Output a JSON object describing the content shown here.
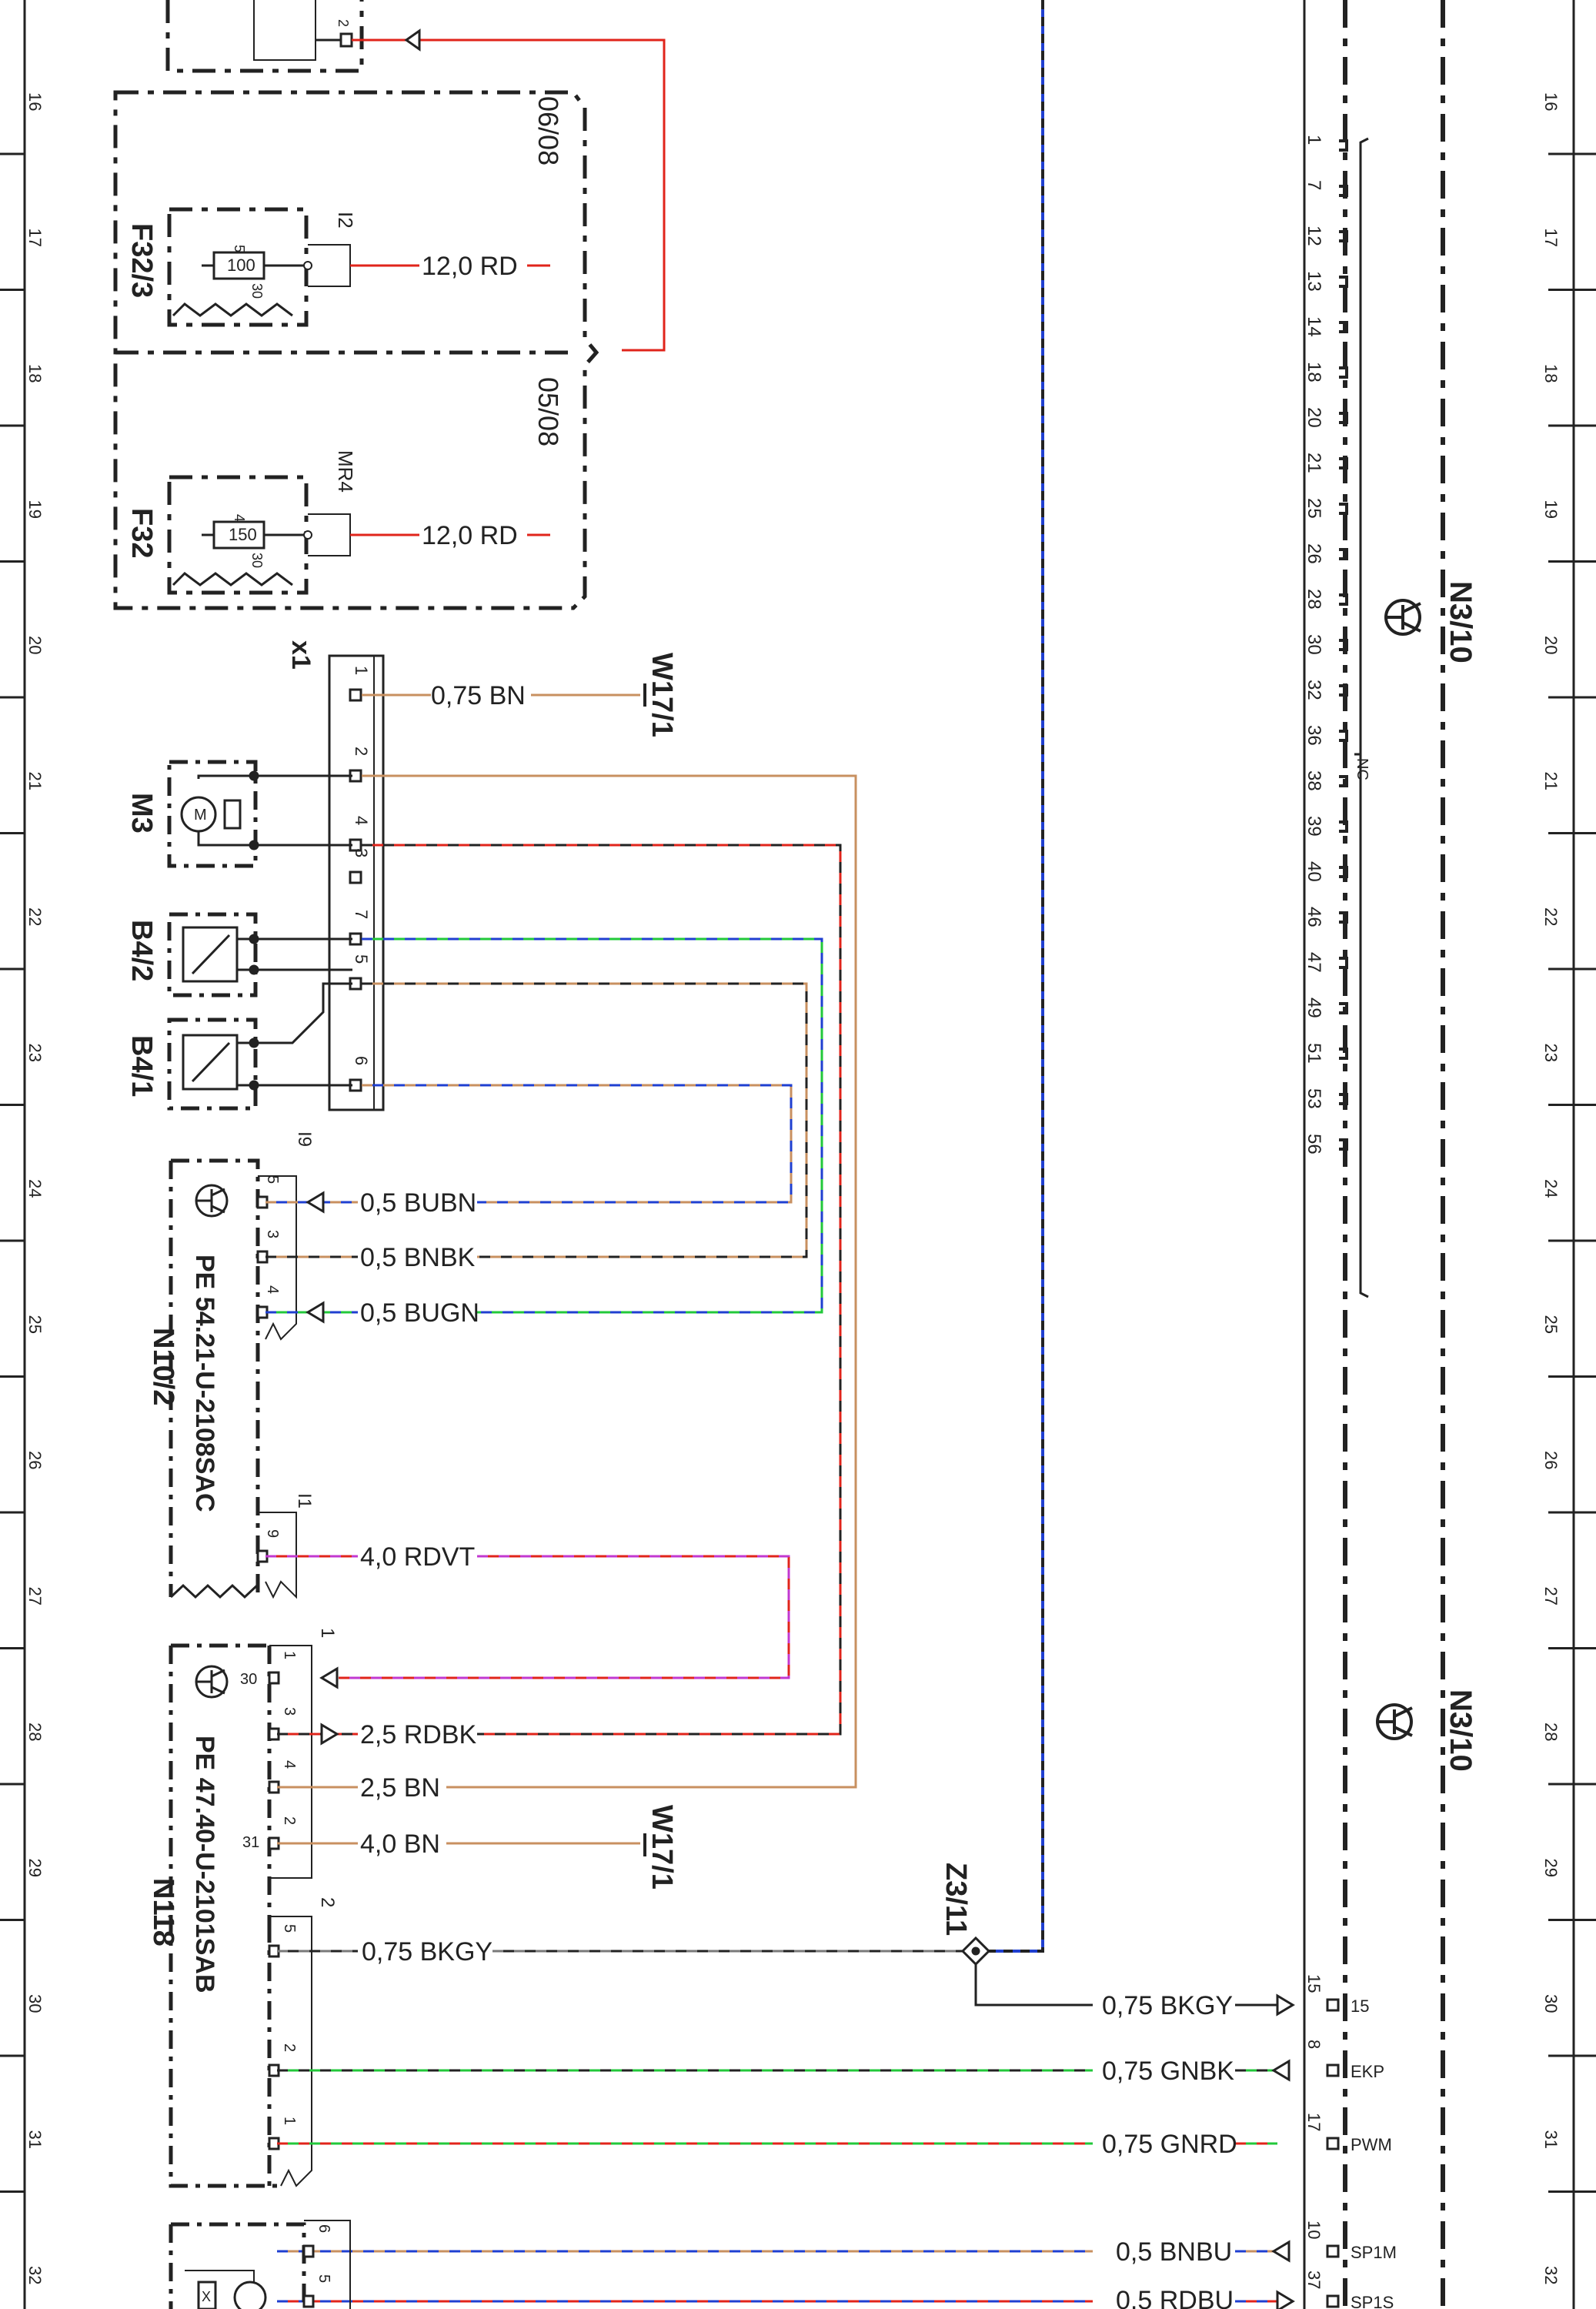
{
  "strip_numbers": [
    "16",
    "17",
    "18",
    "19",
    "20",
    "21",
    "22",
    "23",
    "24",
    "25",
    "26",
    "27",
    "28",
    "29",
    "30",
    "31",
    "32"
  ],
  "refs": {
    "top": "06/08",
    "bottom": "05/08"
  },
  "components": {
    "f32_3": {
      "label": "F32/3",
      "fuse_value": "100",
      "pin_in": "5",
      "pin_out": "30",
      "tag": "I2"
    },
    "f32": {
      "label": "F32",
      "fuse_value": "150",
      "pin_in": "4",
      "pin_out": "30",
      "tag": "MR4"
    },
    "x1": {
      "label": "x1",
      "pins": [
        "1",
        "2",
        "4",
        "3",
        "7",
        "5",
        "6"
      ]
    },
    "m3": {
      "label": "M3"
    },
    "b4_2": {
      "label": "B4/2"
    },
    "b4_1": {
      "label": "B4/1"
    },
    "n10_2": {
      "label": "N10/2",
      "part": "PE 54.21-U-2108SAC",
      "tag_top": "I9",
      "tag_bottom": "I1",
      "pins": [
        "5",
        "3",
        "4",
        "9"
      ]
    },
    "n118": {
      "label": "N118",
      "part": "PE 47.40-U-2101SAB",
      "tag_top": "1",
      "tag_mid": "2",
      "pins_a": [
        "1",
        "3",
        "4",
        "2"
      ],
      "pins_b": [
        "5",
        "2",
        "1"
      ],
      "term_30": "30",
      "term_31": "31"
    },
    "w17_1": {
      "label": "W17/1"
    },
    "z3_11": {
      "label": "Z3/11"
    },
    "n3_10": {
      "label": "N3/10",
      "nc": "NC",
      "bus_pins": [
        "1",
        "7",
        "12",
        "13",
        "14",
        "18",
        "20",
        "21",
        "25",
        "26",
        "28",
        "30",
        "32",
        "36",
        "38",
        "39",
        "40",
        "46",
        "47",
        "49",
        "51",
        "53",
        "56"
      ],
      "conn": [
        {
          "num": "15",
          "name": "15"
        },
        {
          "num": "8",
          "name": "EKP"
        },
        {
          "num": "17",
          "name": "PWM"
        },
        {
          "num": "10",
          "name": "SP1M"
        },
        {
          "num": "37",
          "name": "SP1S"
        }
      ]
    },
    "bottom_module": {
      "pins": [
        "6",
        "5"
      ],
      "tag": "X"
    }
  },
  "wires": {
    "f32_3_out": "12,0 RD",
    "f32_out": "12,0 RD",
    "x1_1": "0,75 BN",
    "n10_5": "0,5 BUBN",
    "n10_3": "0,5 BNBK",
    "n10_4": "0,5 BUGN",
    "n10_9": "4,0 RDVT",
    "n118_3": "2,5 RDBK",
    "n118_4": "2,5 BN",
    "n118_2": "4,0 BN",
    "n118_5": "0,75 BKGY",
    "n3_15": "0,75 BKGY",
    "n3_8": "0,75 GNBK",
    "n3_17": "0,75 GNRD",
    "n3_10": "0,5 BNBU",
    "n3_37": "0,5 RDBU"
  },
  "colors": {
    "RD": "#e0241b",
    "BN": "#c89060",
    "BK": "#222222",
    "BU": "#1f3fd0",
    "GN": "#22c83a",
    "GY": "#7a7a7a",
    "VT": "#c238d0"
  }
}
